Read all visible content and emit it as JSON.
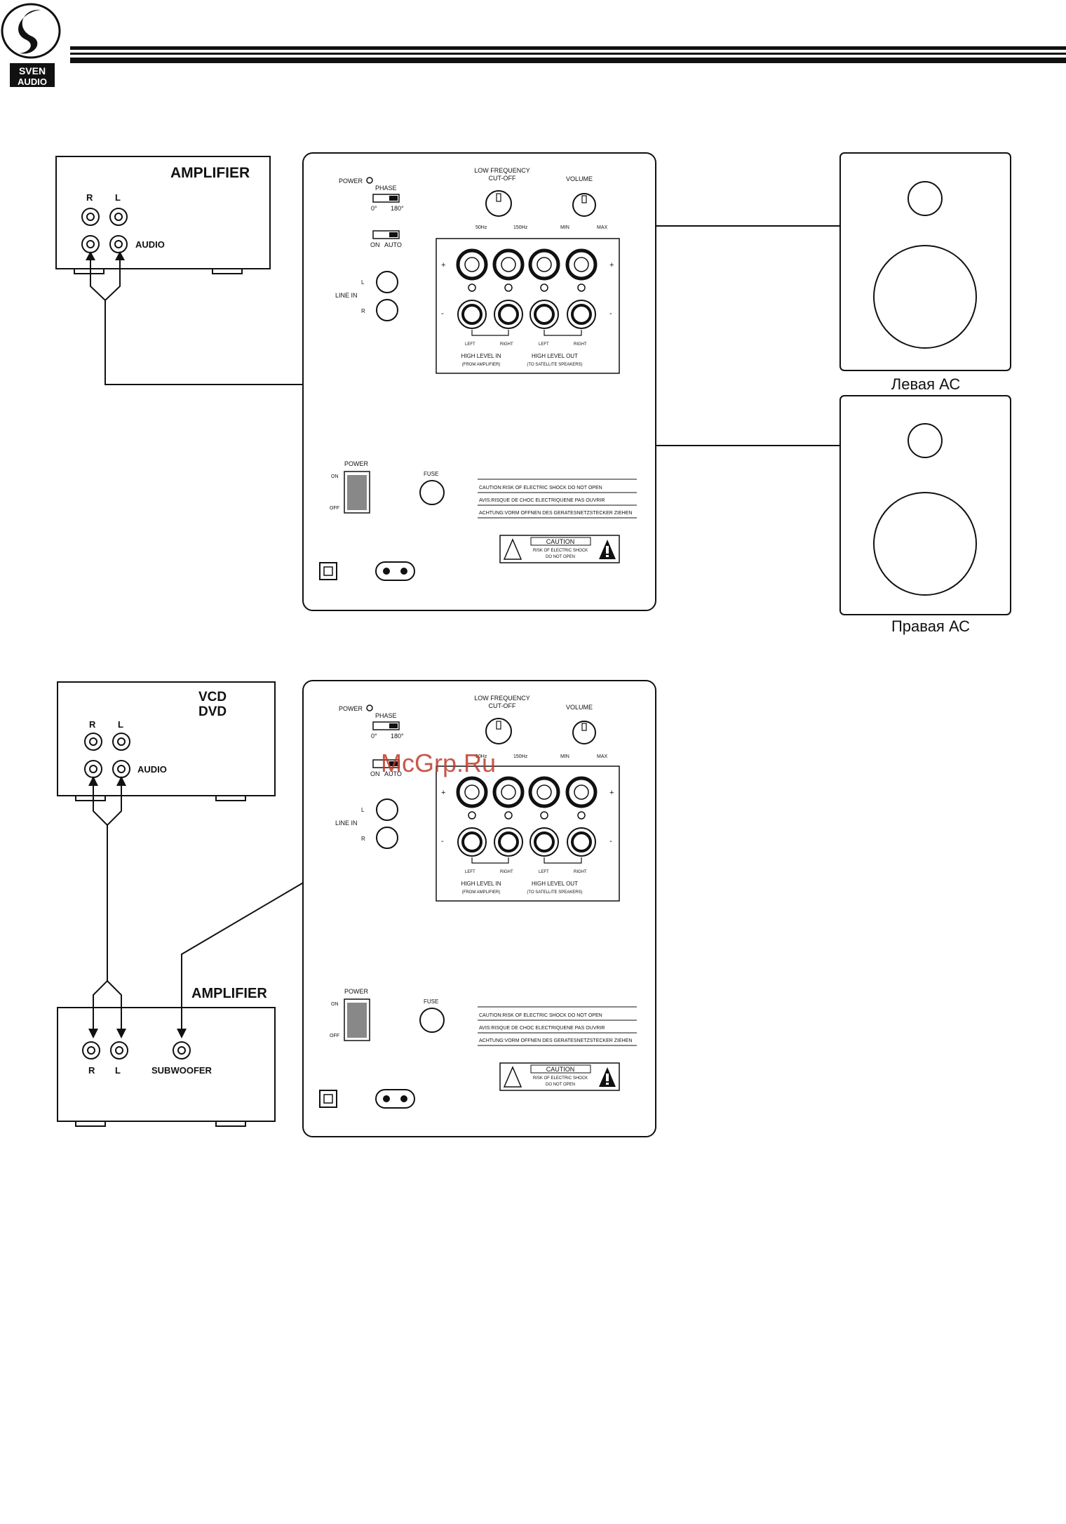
{
  "logo": {
    "line1": "SVEN",
    "line2": "AUDIO"
  },
  "watermark": "McGrp.Ru",
  "diagram1": {
    "source": {
      "title": "AMPLIFIER",
      "r": "R",
      "l": "L",
      "audio": "AUDIO"
    },
    "speaker_left_caption": "Левая АС",
    "speaker_right_caption": "Правая АС"
  },
  "diagram2": {
    "source": {
      "title_line1": "VCD",
      "title_line2": "DVD",
      "r": "R",
      "l": "L",
      "audio": "AUDIO"
    },
    "amplifier": {
      "title": "AMPLIFIER",
      "r": "R",
      "l": "L",
      "sub": "SUBWOOFER"
    }
  },
  "panel": {
    "power_led": "POWER",
    "phase": "PHASE",
    "phase_0": "0°",
    "phase_180": "180°",
    "on": "ON",
    "auto": "AUTO",
    "lf_line1": "LOW FREQUENCY",
    "lf_line2": "CUT-OFF",
    "lf_min": "50Hz",
    "lf_max": "150Hz",
    "volume": "VOLUME",
    "vol_min": "MIN",
    "vol_max": "MAX",
    "line_in": "LINE IN",
    "line_l": "L",
    "line_r": "R",
    "plus": "+",
    "minus": "-",
    "left": "LEFT",
    "right": "RIGHT",
    "hl_in_1": "HIGH LEVEL IN",
    "hl_in_2": "(FROM AMPLIFIER)",
    "hl_out_1": "HIGH LEVEL OUT",
    "hl_out_2": "(TO SATELLITE SPEAKERS)",
    "power_switch": "POWER",
    "sw_on": "ON",
    "sw_off": "OFF",
    "fuse": "FUSE",
    "warn1": "CAUTION:RISK OF ELECTRIC SHOCK DO NOT OPEN",
    "warn2": "AVIS:RISQUE DE CHOC ELECTRIQUENE PAS OUVRIR",
    "warn3": "ACHTUNG:VORM OFFNEN DES GERATESNETZSTECKER ZIEHEN",
    "caution": "CAUTION",
    "caution2": "RISK OF ELECTRIC SHOCK",
    "caution3": "DO NOT OPEN"
  }
}
